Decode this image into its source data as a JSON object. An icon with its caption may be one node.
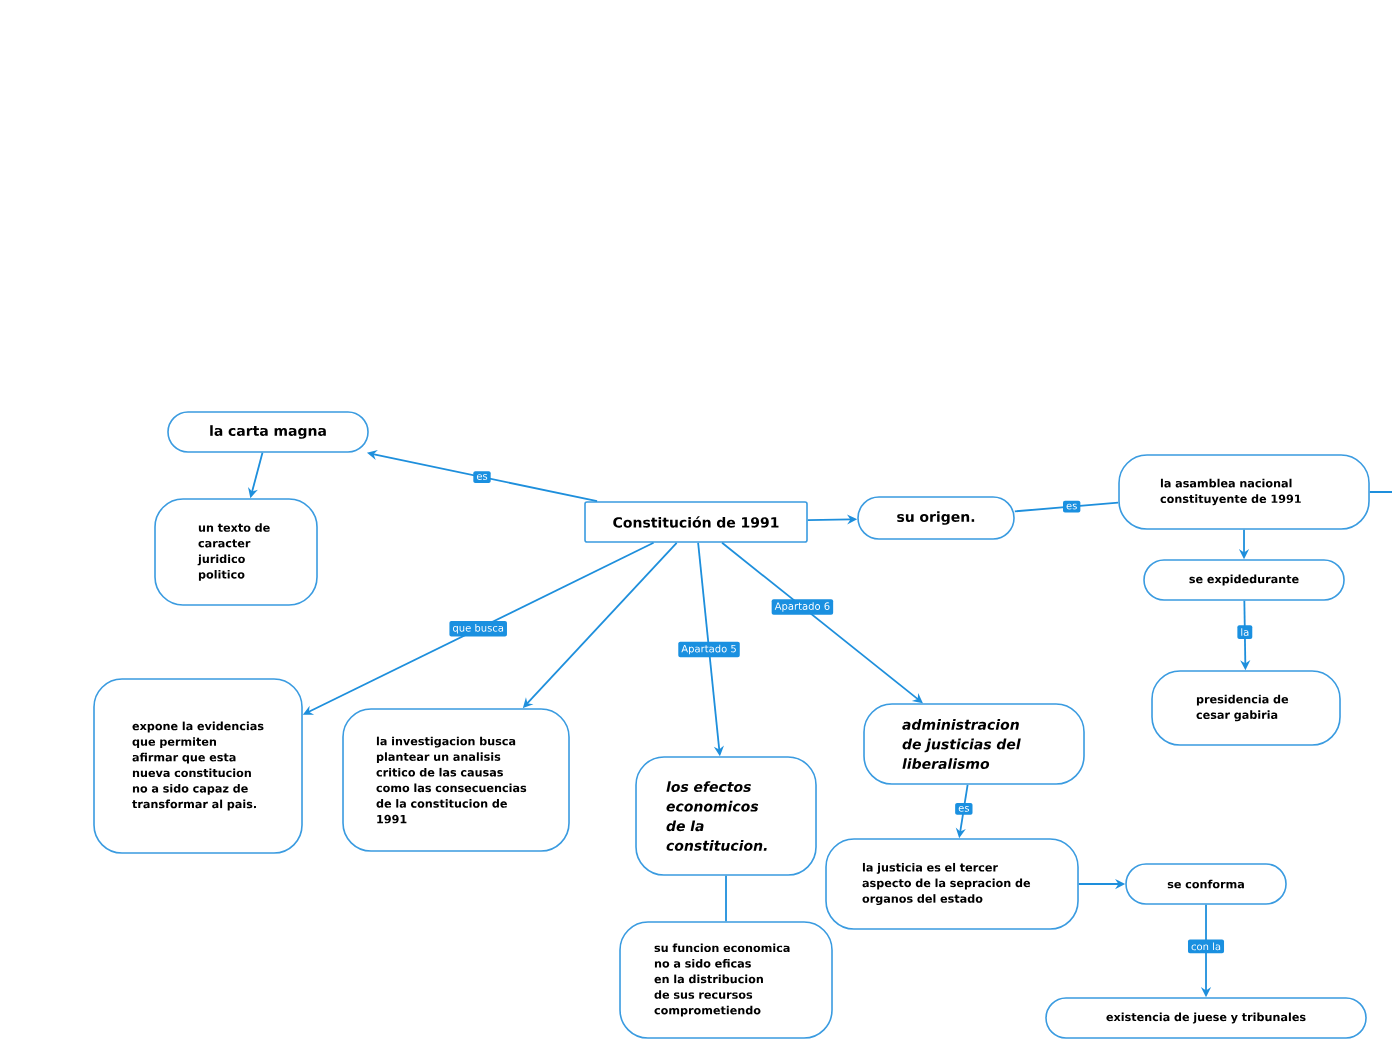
{
  "diagram": {
    "nodes": [
      {
        "text": [
          "Constitución de 1991"
        ]
      },
      {
        "text": [
          "la carta magna"
        ]
      },
      {
        "text": [
          "un texto de caracter juridico politico"
        ]
      },
      {
        "text": [
          "su origen."
        ]
      },
      {
        "text": [
          "la asamblea nacional constituyente de 1991"
        ]
      },
      {
        "text": [
          "se expidedurante"
        ]
      },
      {
        "text": [
          "presidencia de cesar gabiria"
        ]
      },
      {
        "text": [
          "expone la evidencias que permiten afirmar que esta nueva constitucion no a sido capaz  de transformar al pais."
        ]
      },
      {
        "text": [
          "la investigacion busca plantear un analisis critico de las causas como las consecuencias de la constitucion de 1991"
        ]
      },
      {
        "text": [
          "los efectos economicos de la constitucion."
        ]
      },
      {
        "text": [
          "administracion de justicias del liberalismo"
        ]
      },
      {
        "text": [
          "la justicia es el tercer aspecto de la sepracion  de organos del estado"
        ]
      },
      {
        "text": [
          "se conforma"
        ]
      },
      {
        "text": [
          "existencia de  juese y tribunales"
        ]
      },
      {
        "text": [
          "su funcion economica no a sido eficas en la distribucion  de sus  recursos comprometiendo"
        ]
      }
    ],
    "edges": [
      {
        "from": 0,
        "to": 1,
        "arrow": "to",
        "label": "es"
      },
      {
        "from": 1,
        "to": 2,
        "arrow": "to"
      },
      {
        "from": 0,
        "to": 3,
        "arrow": "to"
      },
      {
        "from": 3,
        "to": 4,
        "arrow": "none",
        "label": "es"
      },
      {
        "from": 4,
        "to": 5,
        "arrow": "to"
      },
      {
        "from": 5,
        "to": 6,
        "arrow": "to",
        "label": "la"
      },
      {
        "from": 0,
        "to": 7,
        "arrow": "to",
        "label": "que busca"
      },
      {
        "from": 0,
        "to": 8,
        "arrow": "to"
      },
      {
        "from": 0,
        "to": 9,
        "arrow": "to",
        "label": "Apartado 5"
      },
      {
        "from": 0,
        "to": 10,
        "arrow": "to",
        "label": "Apartado 6"
      },
      {
        "from": 10,
        "to": 11,
        "arrow": "to",
        "label": "es"
      },
      {
        "from": 11,
        "to": 12,
        "arrow": "to"
      },
      {
        "from": 12,
        "to": 13,
        "arrow": "to",
        "label": "con la"
      },
      {
        "from": 9,
        "to": 14,
        "arrow": "none"
      },
      {
        "from": 4,
        "to": null,
        "arrow": "none"
      }
    ]
  }
}
